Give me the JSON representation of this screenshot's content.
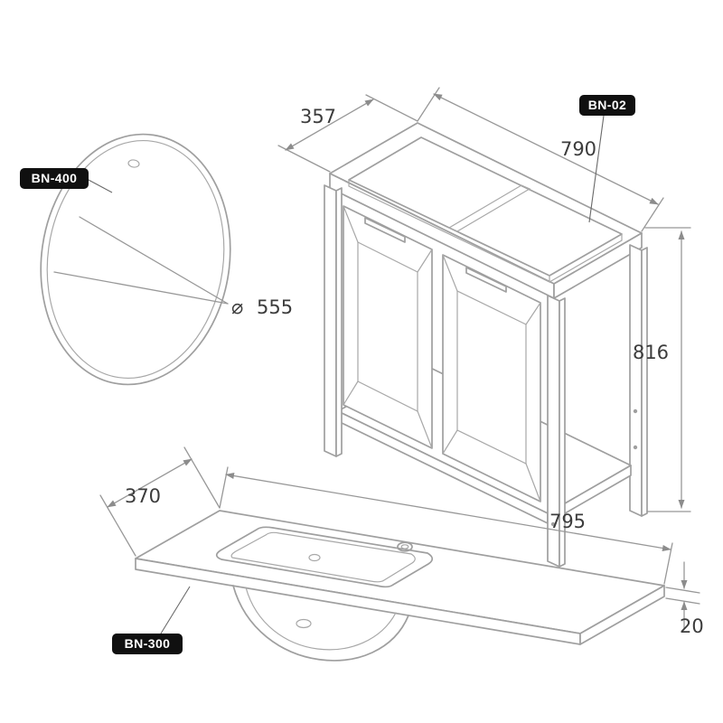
{
  "diagram": {
    "kind": "bathroom-vanity-technical-drawing",
    "background": "#ffffff",
    "colors": {
      "part_line": "#9f9f9f",
      "dimension_line": "#989898",
      "dimension_text": "#3c3c3c",
      "label_background": "#101010",
      "label_text": "#ffffff"
    },
    "parts": {
      "mirror": {
        "code": "BN-400",
        "diameter_symbol": "⌀",
        "diameter": "555"
      },
      "cabinet": {
        "code": "BN-02",
        "depth": "357",
        "width": "790",
        "height": "816"
      },
      "basin": {
        "code": "BN-300",
        "depth": "370",
        "width": "795",
        "thickness": "20"
      }
    }
  }
}
